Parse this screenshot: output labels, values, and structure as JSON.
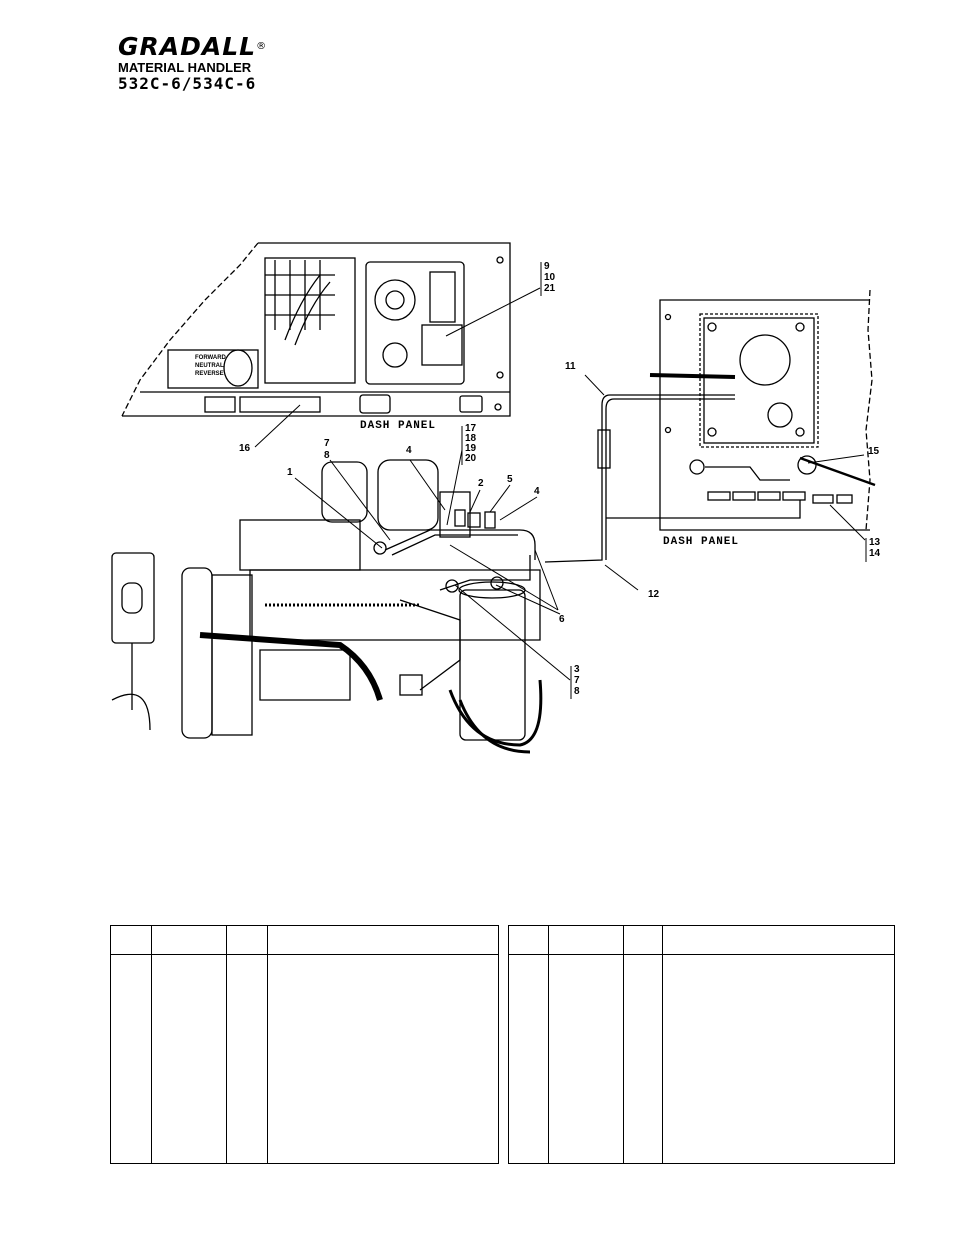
{
  "header": {
    "brand": "GRADALL",
    "registered_mark": "®",
    "subtitle": "MATERIAL HANDLER",
    "model": "532C-6/534C-6"
  },
  "figure": {
    "captions": {
      "left_panel": "DASH PANEL",
      "right_panel": "DASH PANEL"
    },
    "panel_text": {
      "forward": "FORWARD",
      "neutral": "NEUTRAL",
      "reverse": "REVERSE"
    },
    "callouts": {
      "c1": "1",
      "c2": "2",
      "c4a": "4",
      "c4b": "4",
      "c5": "5",
      "c6": "6",
      "c7a": "7",
      "c8a": "8",
      "c11": "11",
      "c12": "12",
      "c15": "15",
      "c16": "16",
      "stack_9_10_21": [
        "9",
        "10",
        "21"
      ],
      "stack_17_20": [
        "17",
        "18",
        "19",
        "20"
      ],
      "stack_13_14": [
        "13",
        "14"
      ],
      "stack_3_7_8": [
        "3",
        "7",
        "8"
      ]
    }
  },
  "tables": {
    "left": {
      "headers": [
        "",
        "",
        "",
        ""
      ]
    },
    "right": {
      "headers": [
        "",
        "",
        "",
        ""
      ]
    }
  }
}
